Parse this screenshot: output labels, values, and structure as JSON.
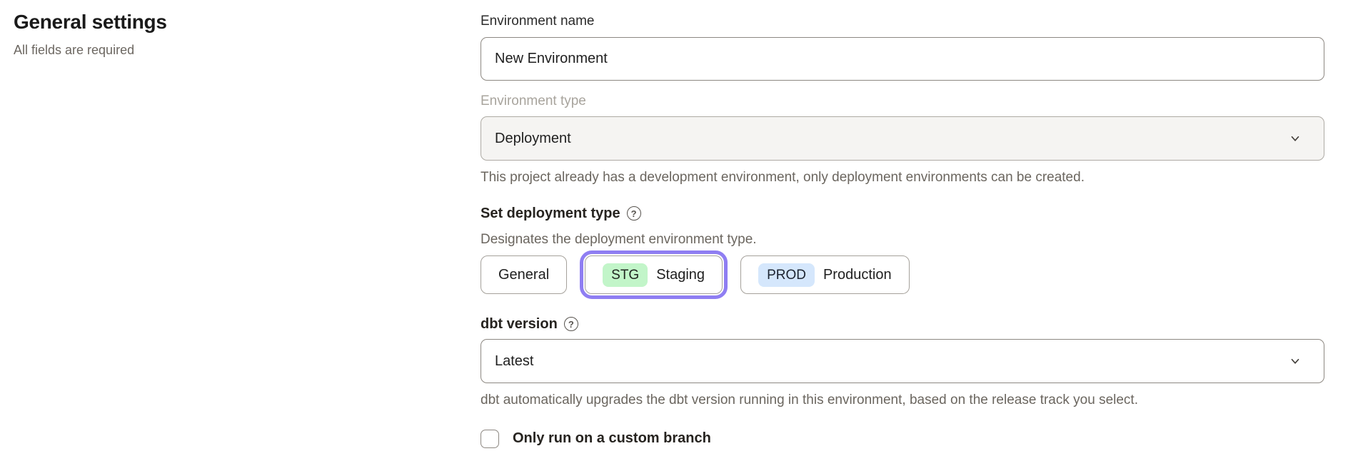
{
  "page": {
    "title": "General settings",
    "subtitle": "All fields are required"
  },
  "form": {
    "environment_name": {
      "label": "Environment name",
      "value": "New Environment"
    },
    "environment_type": {
      "label": "Environment type",
      "value": "Deployment",
      "disabled": true,
      "helper": "This project already has a development environment, only deployment environments can be created."
    },
    "deployment_type": {
      "label": "Set deployment type",
      "help_icon": "question-mark",
      "description": "Designates the deployment environment type.",
      "options": [
        {
          "label": "General",
          "selected": false
        },
        {
          "badge": "STG",
          "label": "Staging",
          "selected": true
        },
        {
          "badge": "PROD",
          "label": "Production",
          "selected": false
        }
      ]
    },
    "dbt_version": {
      "label": "dbt version",
      "help_icon": "question-mark",
      "value": "Latest",
      "helper": "dbt automatically upgrades the dbt version running in this environment, based on the release track you select."
    },
    "custom_branch": {
      "label": "Only run on a custom branch",
      "checked": false
    }
  },
  "icons": {
    "chevron_down": "chevron-down",
    "help": "?"
  },
  "colors": {
    "accent_purple": "#8f7ef2",
    "staging_badge_bg": "#c2f5c9",
    "production_badge_bg": "#d5e7fc",
    "disabled_field_bg": "#f5f4f2",
    "helper_text": "#6b665f",
    "disabled_label": "#a8a49d",
    "border": "#8d8882",
    "text_dark": "#1f1f1f"
  }
}
